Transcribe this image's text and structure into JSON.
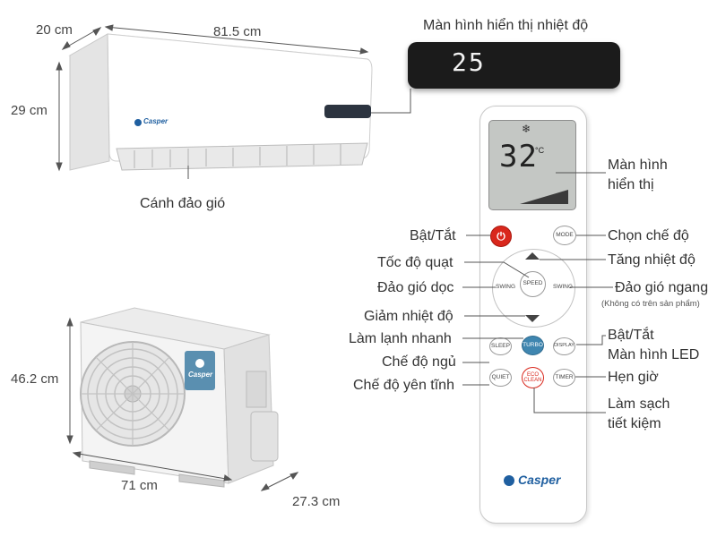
{
  "dimensions": {
    "indoor_depth": "20 cm",
    "indoor_width": "81.5 cm",
    "indoor_height": "29 cm",
    "outdoor_height": "46.2 cm",
    "outdoor_width": "71 cm",
    "outdoor_depth": "27.3 cm"
  },
  "indoor": {
    "brand": "Casper",
    "louver_label": "Cánh đảo gió"
  },
  "display_panel": {
    "title": "Màn hình hiển thị nhiệt độ",
    "value": "25"
  },
  "outdoor": {
    "brand": "Casper"
  },
  "remote": {
    "brand": "Casper",
    "screen_value": "32",
    "screen_unit": "°C",
    "buttons": {
      "mode": "MODE",
      "speed": "SPEED",
      "swing_left": "SWING",
      "swing_right": "SWING",
      "sleep": "SLEEP",
      "turbo": "TURBO",
      "display": "DISPLAY",
      "quiet": "QUIET",
      "eco": "ECO CLEAN",
      "timer": "TIMER"
    }
  },
  "callouts": {
    "screen": [
      "Màn hình",
      "hiển thị"
    ],
    "power": "Bật/Tắt",
    "mode": "Chọn chế độ",
    "fan_speed": "Tốc độ quạt",
    "temp_up": "Tăng nhiệt độ",
    "vertical_swing": "Đảo gió dọc",
    "horizontal_swing": "Đảo gió ngang",
    "horizontal_swing_note": "(Không có trên sản phẩm)",
    "temp_down": "Giảm nhiệt độ",
    "turbo": "Làm lạnh nhanh",
    "display_toggle": [
      "Bật/Tắt",
      "Màn hình LED"
    ],
    "sleep": "Chế độ ngủ",
    "timer": "Hẹn giờ",
    "quiet": "Chế độ yên tĩnh",
    "eco": [
      "Làm sạch",
      "tiết kiệm"
    ]
  },
  "colors": {
    "power_button": "#d9271c",
    "turbo_button": "#3f86b0",
    "eco_button_border": "#d9271c",
    "callout_line": "#555555",
    "brand_blue": "#1f5fa0"
  }
}
